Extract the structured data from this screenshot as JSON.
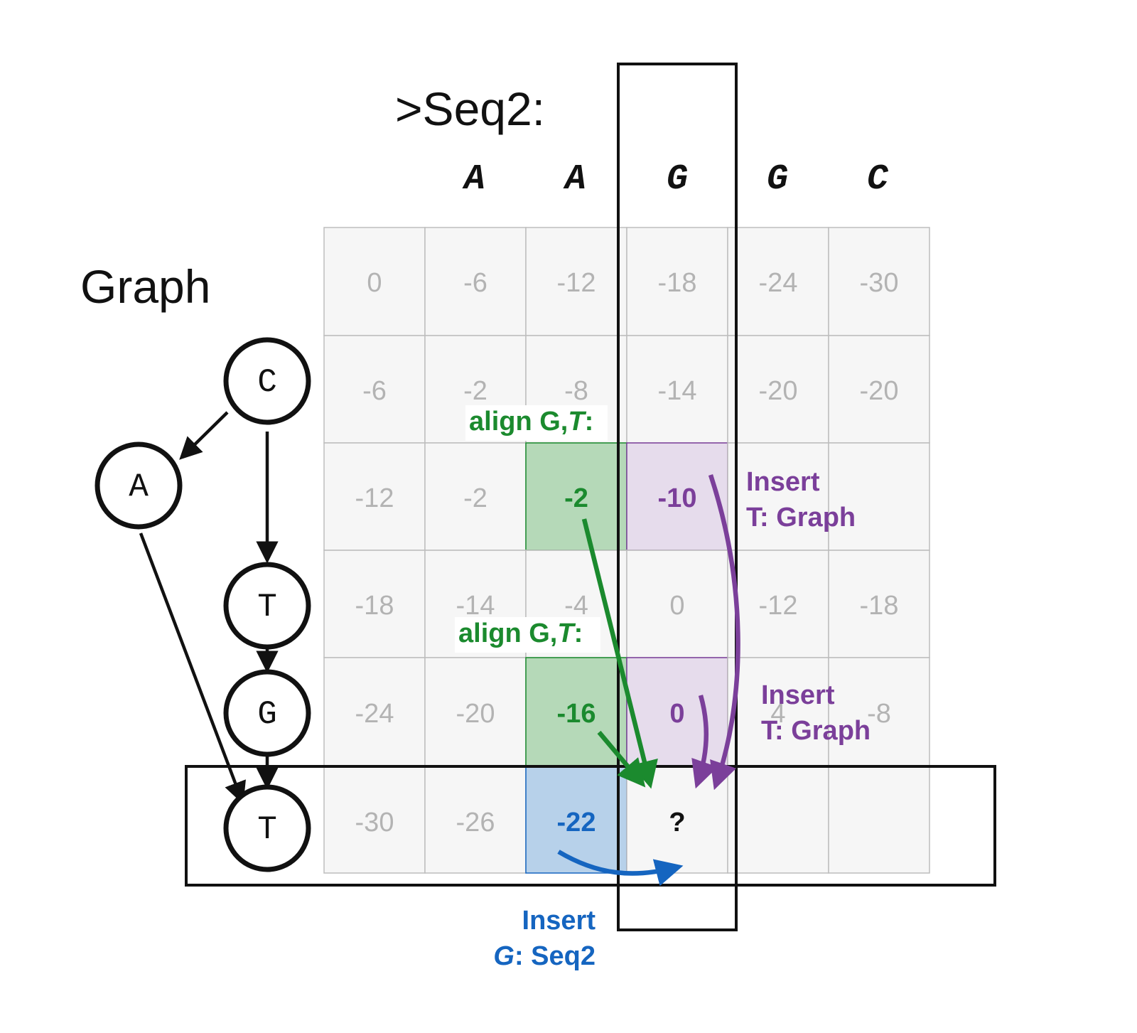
{
  "title_seq2": ">Seq2:",
  "title_graph": "Graph",
  "columns": [
    "A",
    "A",
    "G",
    "G",
    "C"
  ],
  "matrix": [
    [
      "0",
      "-6",
      "-12",
      "-18",
      "-24",
      "-30"
    ],
    [
      "-6",
      "-2",
      "-8",
      "-14",
      "-20",
      "-20"
    ],
    [
      "-12",
      "-2",
      "-2",
      "-10",
      "",
      ""
    ],
    [
      "-18",
      "-14",
      "-4",
      "0",
      "-12",
      "-18"
    ],
    [
      "-24",
      "-20",
      "-16",
      "0",
      "4",
      "-8"
    ],
    [
      "-30",
      "-26",
      "-22",
      "?",
      "",
      ""
    ]
  ],
  "nodes": [
    "C",
    "A",
    "T",
    "G",
    "T"
  ],
  "annotations": {
    "align_1": "align G,",
    "align_1_t": "T",
    "align_1_colon": ":",
    "align_2": "align G,",
    "align_2_t": "T",
    "align_2_colon": ":",
    "insert_graph_1_line1": "Insert",
    "insert_graph_1_line2": "T: Graph",
    "insert_graph_2_line1": "Insert",
    "insert_graph_2_line2": "T: Graph",
    "insert_seq2_line1": "Insert",
    "insert_seq2_g": "G",
    "insert_seq2_rest": ": Seq2"
  },
  "colors": {
    "green_fill": "#b5d9b8",
    "green_text": "#1b8a2e",
    "purple_fill": "#e6dcec",
    "purple_text": "#7b3f9a",
    "blue_fill": "#b7d1ea",
    "blue_text": "#1565c0"
  }
}
